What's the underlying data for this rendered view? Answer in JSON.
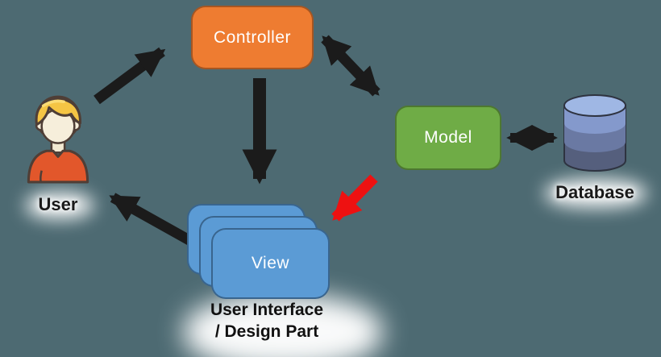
{
  "diagram": {
    "type": "mvc-architecture",
    "background_color": "#4D6A72",
    "nodes": {
      "controller": {
        "label": "Controller",
        "fill": "#EE7C31"
      },
      "model": {
        "label": "Model",
        "fill": "#6FAC46"
      },
      "view": {
        "label": "View",
        "fill": "#5B9BD5",
        "stack_count": 3
      },
      "user": {
        "label": "User"
      },
      "database": {
        "label": "Database"
      }
    },
    "caption": {
      "line1": "User Interface",
      "line2": "/ Design Part"
    },
    "colors": {
      "arrow": "#1B1B1B",
      "arrow_highlight": "#EE1111",
      "node_text": "#FFFFFF",
      "label_text": "#1A1A1A"
    },
    "arrows": [
      {
        "from": "user",
        "to": "controller",
        "color": "black",
        "bidirectional": false
      },
      {
        "from": "controller",
        "to": "model",
        "color": "black",
        "bidirectional": true
      },
      {
        "from": "controller",
        "to": "view",
        "color": "black",
        "bidirectional": false
      },
      {
        "from": "model",
        "to": "view",
        "color": "red",
        "bidirectional": false
      },
      {
        "from": "view",
        "to": "user",
        "color": "black",
        "bidirectional": false
      },
      {
        "from": "model",
        "to": "database",
        "color": "black",
        "bidirectional": true
      }
    ]
  }
}
